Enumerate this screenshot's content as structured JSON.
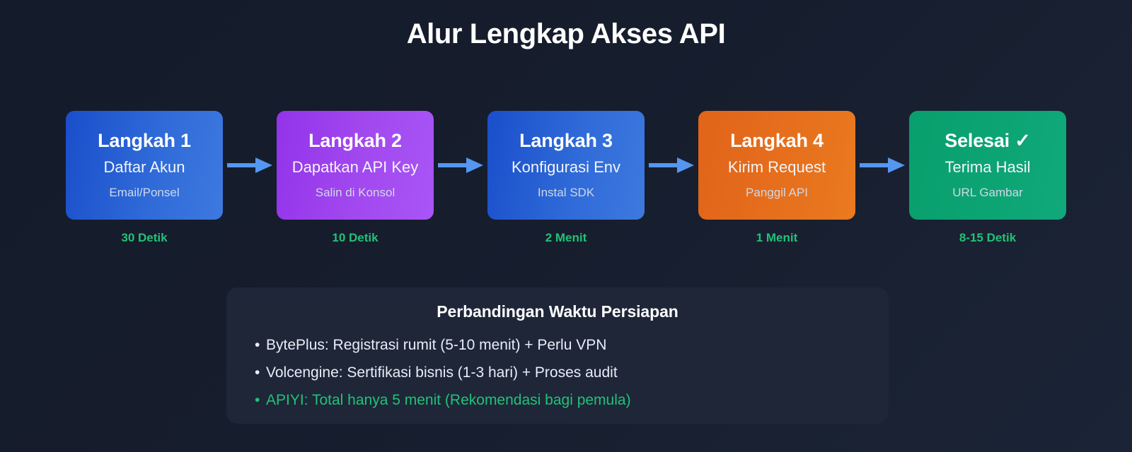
{
  "page": {
    "title": "Alur Lengkap Akses API",
    "background_color": "#151c2c",
    "accent_green": "#21c277",
    "arrow_color": "#5596f0"
  },
  "flow": {
    "steps": [
      {
        "title": "Langkah 1",
        "subtitle": "Daftar Akun",
        "note": "Email/Ponsel",
        "time": "30 Detik",
        "color": "#2f6ad8"
      },
      {
        "title": "Langkah 2",
        "subtitle": "Dapatkan API Key",
        "note": "Salin di Konsol",
        "time": "10 Detik",
        "color": "#a249ef"
      },
      {
        "title": "Langkah 3",
        "subtitle": "Konfigurasi Env",
        "note": "Instal SDK",
        "time": "2 Menit",
        "color": "#2f6ad8"
      },
      {
        "title": "Langkah 4",
        "subtitle": "Kirim Request",
        "note": "Panggil API",
        "time": "1 Menit",
        "color": "#e66f1c"
      },
      {
        "title": "Selesai ✓",
        "subtitle": "Terima Hasil",
        "note": "URL Gambar",
        "time": "8-15 Detik",
        "color": "#0da473"
      }
    ]
  },
  "comparison": {
    "heading": "Perbandingan Waktu Persiapan",
    "bullet_glyph": "•",
    "items": [
      {
        "text": "BytePlus: Registrasi rumit (5-10 menit) + Perlu VPN",
        "highlight": false
      },
      {
        "text": "Volcengine: Sertifikasi bisnis (1-3 hari) + Proses audit",
        "highlight": false
      },
      {
        "text": "APIYI: Total hanya 5 menit (Rekomendasi bagi pemula)",
        "highlight": true
      }
    ]
  }
}
